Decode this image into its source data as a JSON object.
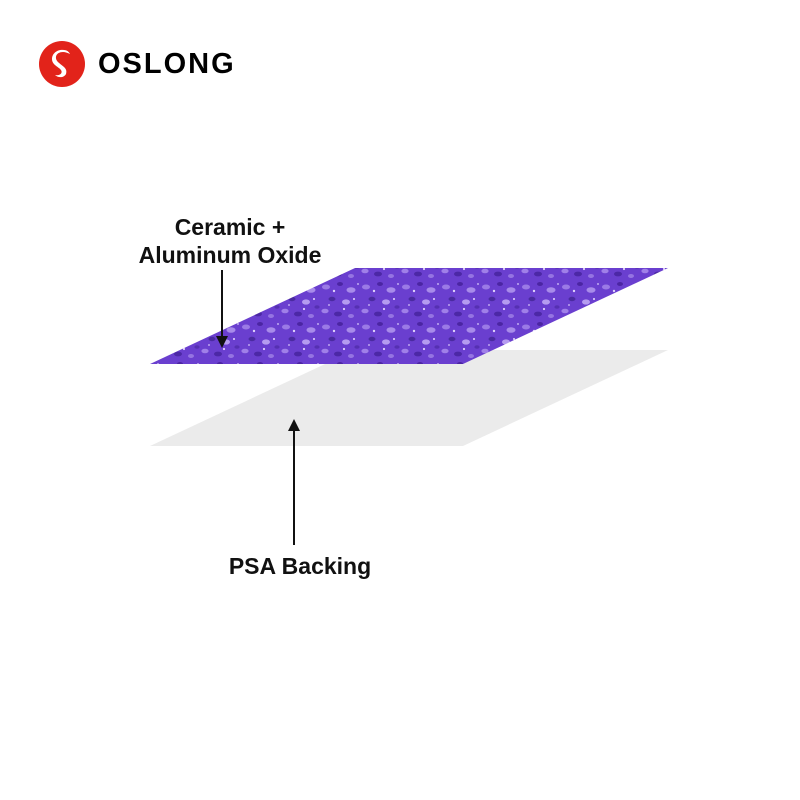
{
  "brand": {
    "name": "OSLONG",
    "logo_icon": "swan-logo-icon",
    "logo_color": "#e2231a"
  },
  "diagram": {
    "layers": [
      {
        "name": "Ceramic + Aluminum Oxide",
        "label_lines": [
          "Ceramic +",
          "Aluminum Oxide"
        ],
        "color": "#6a3fcf"
      },
      {
        "name": "PSA Backing",
        "label_lines": [
          "PSA Backing"
        ],
        "color": "#ebebeb"
      }
    ]
  }
}
